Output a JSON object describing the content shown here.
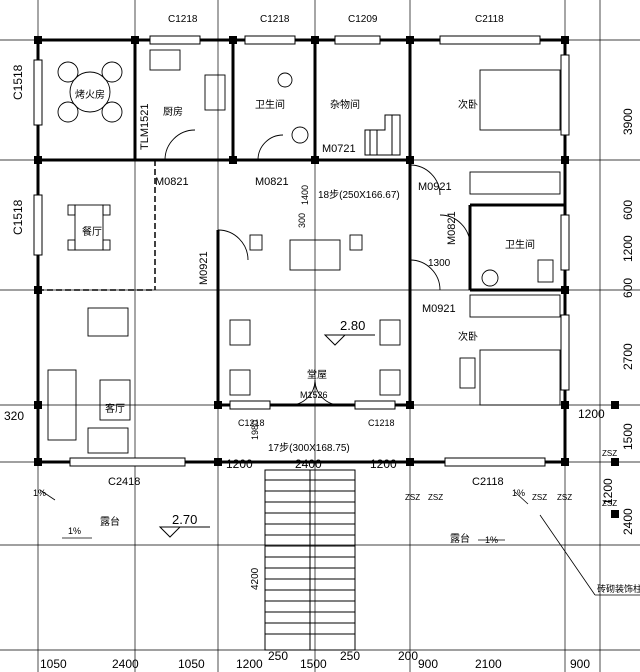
{
  "windows_top": [
    "C1218",
    "C1218",
    "C1209",
    "C2118"
  ],
  "windows_left": [
    "C1518",
    "C1518"
  ],
  "dims_right": [
    "3900",
    "600",
    "1200",
    "600",
    "2700",
    "1500",
    "1200",
    "2400"
  ],
  "dims_bottom": [
    "1050",
    "2400",
    "1050",
    "1200",
    "250",
    "1500",
    "250",
    "200",
    "900",
    "2100",
    "900"
  ],
  "dims_top_right": [
    "320"
  ],
  "rooms": {
    "bbq": "烤火房",
    "kitchen": "厨房",
    "bath1": "卫生间",
    "storage": "杂物间",
    "bedroom1": "次卧",
    "dining": "餐厅",
    "hall": "堂屋",
    "bath2": "卫生间",
    "bedroom2": "次卧",
    "living": "客厅",
    "terrace_left": "露台",
    "terrace_right": "露台"
  },
  "doors": [
    "TLM1521",
    "M0821",
    "M0821",
    "M0721",
    "M0921",
    "M0821",
    "M0921",
    "M0921",
    "M1526"
  ],
  "windows_inner": [
    "C1218",
    "C1218",
    "C2418",
    "C2118"
  ],
  "stair_upper": "18步(250X166.67)",
  "stair_lower": "17步(300X168.75)",
  "dims_inner": [
    "1400",
    "300",
    "1300",
    "1980",
    "1200",
    "2400",
    "1200",
    "1200",
    "4200"
  ],
  "elev_hall": "2.80",
  "elev_terrace": "2.70",
  "slopes": [
    "1%",
    "1%",
    "1%",
    "1%"
  ],
  "columns": [
    "ZSZ",
    "ZSZ",
    "ZSZ",
    "ZSZ",
    "ZSZ",
    "ZSZ"
  ],
  "note": "砖砌装饰柱"
}
